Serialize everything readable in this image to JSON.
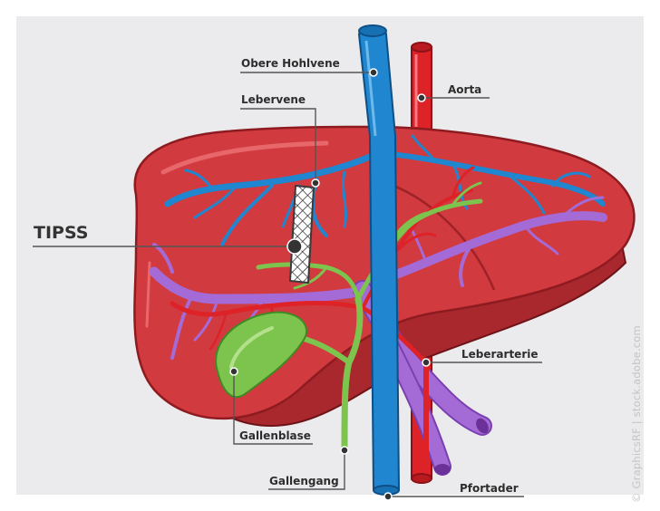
{
  "labels": {
    "obere_hohlvene": "Obere Hohlvene",
    "aorta": "Aorta",
    "lebervene": "Lebervene",
    "tipss": "TIPSS",
    "leberarterie": "Leberarterie",
    "gallenblase": "Gallenblase",
    "gallengang": "Gallengang",
    "pfortader": "Pfortader"
  },
  "credit": "© GraphicsRF | stock.adobe.com",
  "colors": {
    "background": "#ebebed",
    "liver": "#d13a3f",
    "liver_dark": "#a8282d",
    "vein_blue": "#1f86cf",
    "aorta_red": "#dd2228",
    "portal_purple": "#a46bd6",
    "bile_green": "#7cc44e",
    "leader_line": "#555555"
  },
  "icons": [
    "stent-tipss"
  ]
}
